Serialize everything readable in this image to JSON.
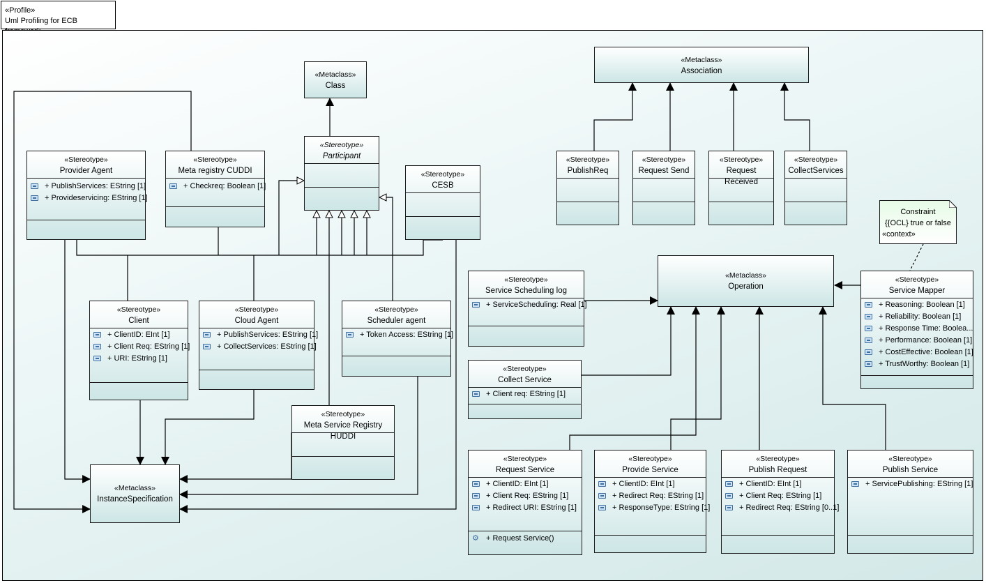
{
  "package": {
    "stereotype": "«Profile»",
    "name": "Uml Profiling for ECB framework"
  },
  "classes": {
    "metaclass_class": {
      "stereotype": "«Metaclass»",
      "name": "Class"
    },
    "metaclass_association": {
      "stereotype": "«Metaclass»",
      "name": "Association"
    },
    "metaclass_operation": {
      "stereotype": "«Metaclass»",
      "name": "Operation"
    },
    "metaclass_instancespec": {
      "stereotype": "«Metaclass»",
      "name": "InstanceSpecification"
    },
    "participant": {
      "stereotype": "«Stereotype»",
      "name": "Participant"
    },
    "provider_agent": {
      "stereotype": "«Stereotype»",
      "name": "Provider Agent",
      "attributes": [
        "+ PublishServices: EString [1]",
        "+ Provideservicing: EString [1]"
      ]
    },
    "meta_registry_cuddi": {
      "stereotype": "«Stereotype»",
      "name": "Meta registry CUDDI",
      "attributes": [
        "+ Checkreq: Boolean [1]"
      ]
    },
    "cesb": {
      "stereotype": "«Stereotype»",
      "name": "CESB"
    },
    "client": {
      "stereotype": "«Stereotype»",
      "name": "Client",
      "attributes": [
        "+ ClientID: EInt [1]",
        "+ Client Req: EString [1]",
        "+ URI: EString [1]"
      ]
    },
    "cloud_agent": {
      "stereotype": "«Stereotype»",
      "name": "Cloud Agent",
      "attributes": [
        "+ PublishServices: EString [1]",
        "+ CollectServices: EString [1]"
      ]
    },
    "scheduler_agent": {
      "stereotype": "«Stereotype»",
      "name": "Scheduler agent",
      "attributes": [
        "+ Token Access: EString [1]"
      ]
    },
    "meta_service_registry_huddi": {
      "stereotype": "«Stereotype»",
      "name": "Meta Service Registry HUDDI"
    },
    "publish_req": {
      "stereotype": "«Stereotype»",
      "name": "PublishReq"
    },
    "request_send": {
      "stereotype": "«Stereotype»",
      "name": "Request Send"
    },
    "request_received": {
      "stereotype": "«Stereotype»",
      "name": "Request Received"
    },
    "collect_services": {
      "stereotype": "«Stereotype»",
      "name": "CollectServices"
    },
    "service_scheduling_log": {
      "stereotype": "«Stereotype»",
      "name": "Service Scheduling log",
      "attributes": [
        "+ ServiceScheduling: Real [1]"
      ]
    },
    "collect_service": {
      "stereotype": "«Stereotype»",
      "name": "Collect Service",
      "attributes": [
        "+ Client req: EString [1]"
      ]
    },
    "service_mapper": {
      "stereotype": "«Stereotype»",
      "name": "Service Mapper",
      "attributes": [
        "+ Reasoning: Boolean [1]",
        "+ Reliability: Boolean [1]",
        "+ Response Time: Boolea...",
        "+ Performance: Boolean [1]",
        "+ CostEffective: Boolean [1]",
        "+ TrustWorthy: Boolean [1]"
      ]
    },
    "request_service": {
      "stereotype": "«Stereotype»",
      "name": "Request Service",
      "attributes": [
        "+ ClientID: EInt [1]",
        "+ Client Req: EString [1]",
        "+ Redirect URI: EString [1]"
      ],
      "operations": [
        "+ Request Service()"
      ]
    },
    "provide_service": {
      "stereotype": "«Stereotype»",
      "name": "Provide Service",
      "attributes": [
        "+ ClientID: EInt [1]",
        "+ Redirect Req: EString [1]",
        "+ ResponseType: EString [1]"
      ]
    },
    "publish_request": {
      "stereotype": "«Stereotype»",
      "name": "Publish Request",
      "attributes": [
        "+ ClientID: EInt [1]",
        "+ Client Req: EString [1]",
        "+ Redirect Req: EString [0..1]"
      ]
    },
    "publish_service": {
      "stereotype": "«Stereotype»",
      "name": "Publish Service",
      "attributes": [
        "+ ServicePublishing: EString [1]"
      ]
    }
  },
  "constraint": {
    "title": "Constraint",
    "body": "{{OCL} true or false",
    "context": "«context»"
  }
}
